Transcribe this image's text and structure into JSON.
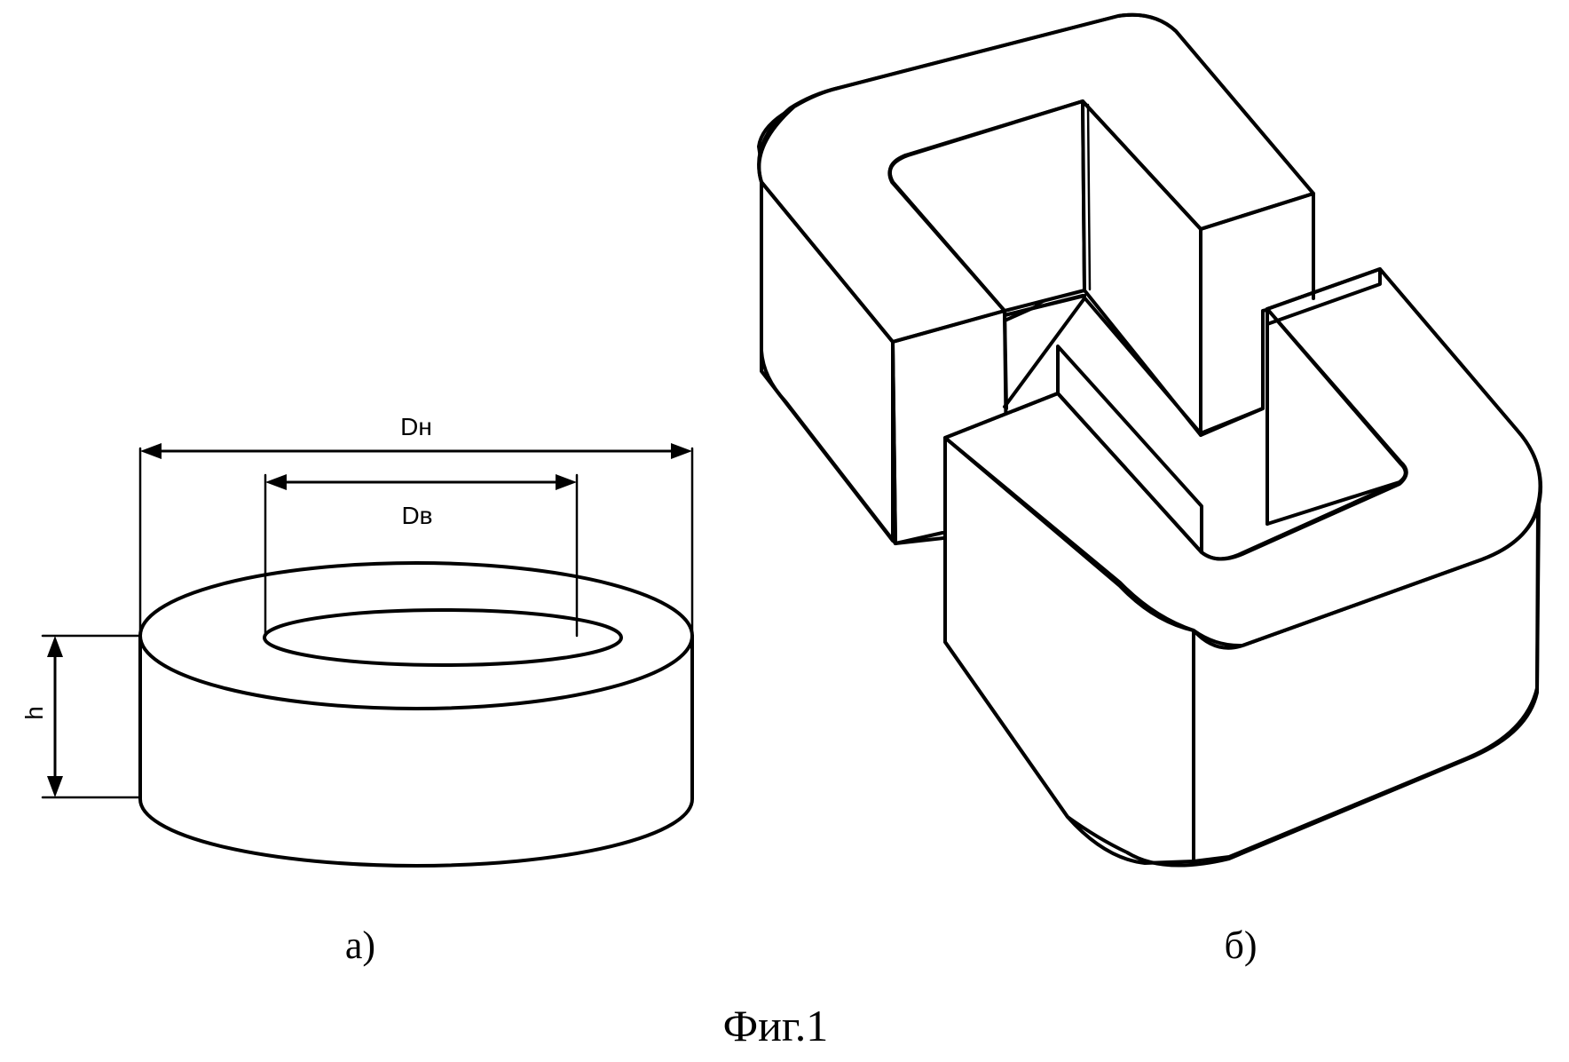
{
  "labels": {
    "outer_diameter": "Dн",
    "inner_diameter": "Dв",
    "height": "h",
    "panel_a": "а)",
    "panel_b": "б)",
    "figure_caption": "Фиг.1"
  }
}
